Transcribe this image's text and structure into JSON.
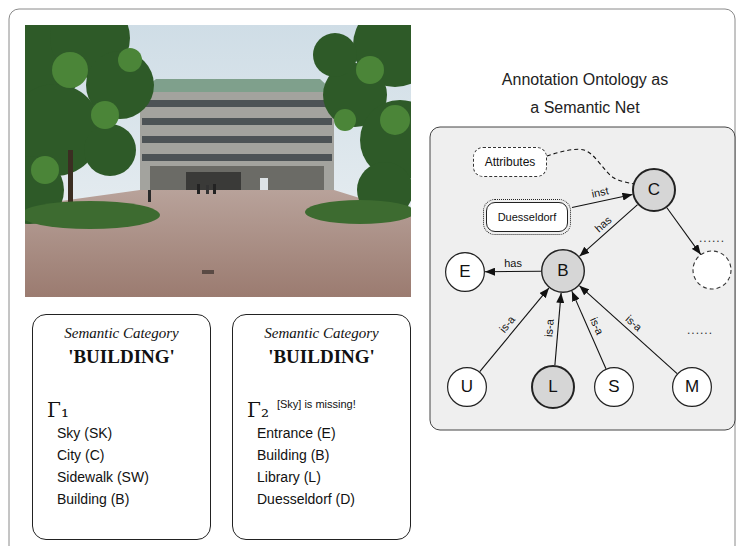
{
  "diagram": {
    "title": "Annotation Ontology as a Semantic Net",
    "nodes": [
      {
        "text": [
          "Semantic Category",
          "'BUILDING'",
          "Γ₁",
          "Sky (SK)",
          "City (C)",
          "Sidewalk (SW)",
          "Building (B)"
        ]
      },
      {
        "text": [
          "Semantic Category",
          "'BUILDING'",
          "Γ₂",
          "[Sky] is missing!",
          "Entrance (E)",
          "Building (B)",
          "Library (L)",
          "Duesseldorf (D)"
        ]
      },
      {
        "text": [
          "Attributes"
        ]
      },
      {
        "text": [
          "Duesseldorf"
        ]
      },
      {
        "text": [
          "C"
        ]
      },
      {
        "text": [
          "E"
        ]
      },
      {
        "text": [
          "B"
        ]
      },
      {
        "text": [
          "U"
        ]
      },
      {
        "text": [
          "L"
        ]
      },
      {
        "text": [
          "S"
        ]
      },
      {
        "text": [
          "M"
        ]
      }
    ],
    "edges": [
      {
        "from": 2,
        "to": 4,
        "arrow": "none"
      },
      {
        "from": 3,
        "to": 4,
        "label": "inst",
        "arrow": "to"
      },
      {
        "from": 4,
        "to": 6,
        "label": "has",
        "arrow": "to"
      },
      {
        "from": 6,
        "to": 5,
        "label": "has",
        "arrow": "to"
      },
      {
        "from": 7,
        "to": 6,
        "label": "is-a",
        "arrow": "to"
      },
      {
        "from": 8,
        "to": 6,
        "label": "is-a",
        "arrow": "to"
      },
      {
        "from": 9,
        "to": 6,
        "label": "is-a",
        "arrow": "to"
      },
      {
        "from": 10,
        "to": 6,
        "label": "is-a",
        "arrow": "to"
      }
    ],
    "labels": [
      "......",
      "......"
    ]
  }
}
